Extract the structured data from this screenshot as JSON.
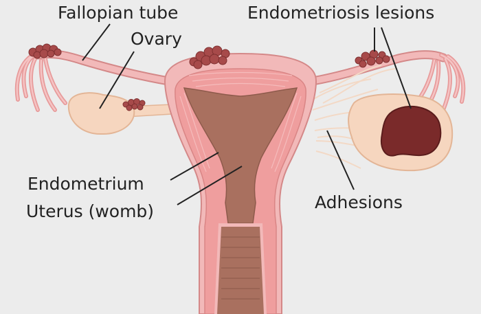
{
  "labels": {
    "fallopian_tube": "Fallopian tube",
    "ovary": "Ovary",
    "endometriosis_lesions": "Endometriosis lesions",
    "endometrium": "Endometrium",
    "uterus": "Uterus (womb)",
    "adhesions": "Adhesions"
  },
  "colors": {
    "background": "#ececec",
    "outer_wall": "#f2b9b9",
    "outline": "#d48888",
    "muscle": "#ef9e9e",
    "cavity": "#a9705f",
    "ovary": "#f6d6bf",
    "lesion": "#a74a4a",
    "cyst": "#7a2a2a",
    "leader_line": "#222222"
  }
}
